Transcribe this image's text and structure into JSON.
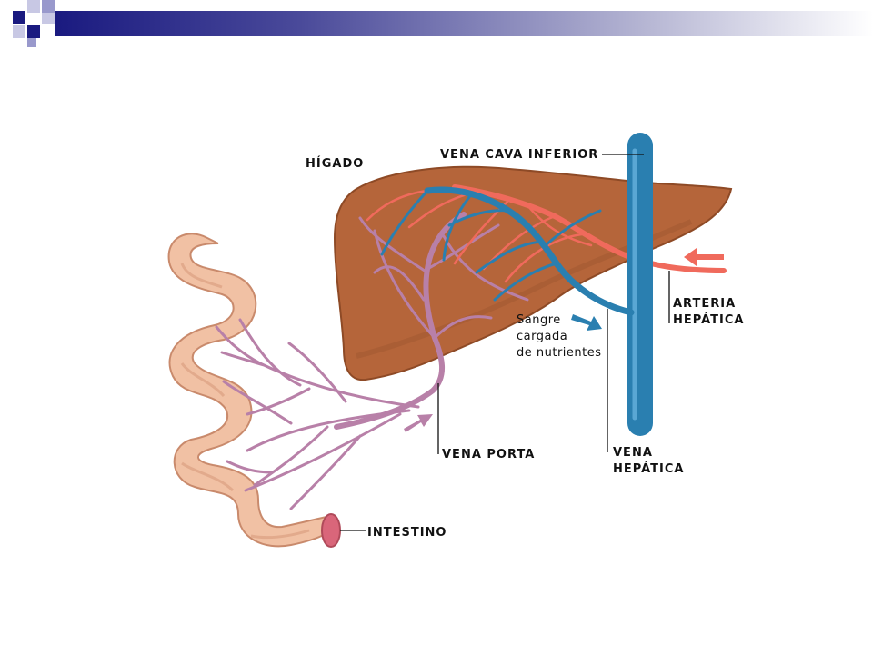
{
  "slide": {
    "accent_colors": {
      "navy": "#1a1a80",
      "gradient_end": "#ffffff",
      "square_light": "#9999cc"
    }
  },
  "diagram": {
    "labels": {
      "higado": "HÍGADO",
      "vena_cava": "VENA CAVA INFERIOR",
      "arteria_line1": "ARTERIA",
      "arteria_line2": "HEPÁTICA",
      "sangre_line1": "Sangre",
      "sangre_line2": "cargada",
      "sangre_line3": "de nutrientes",
      "vena_porta": "VENA PORTA",
      "vena_hepatica_line1": "VENA",
      "vena_hepatica_line2": "HEPÁTICA",
      "intestino": "INTESTINO"
    },
    "colors": {
      "liver": "#b5653a",
      "liver_dark": "#8e4a26",
      "vein_blue": "#2a7fb0",
      "artery_red": "#f06a5c",
      "portal_purple": "#b880a8",
      "intestine": "#f1c1a4",
      "intestine_shadow": "#dc9f82"
    }
  }
}
